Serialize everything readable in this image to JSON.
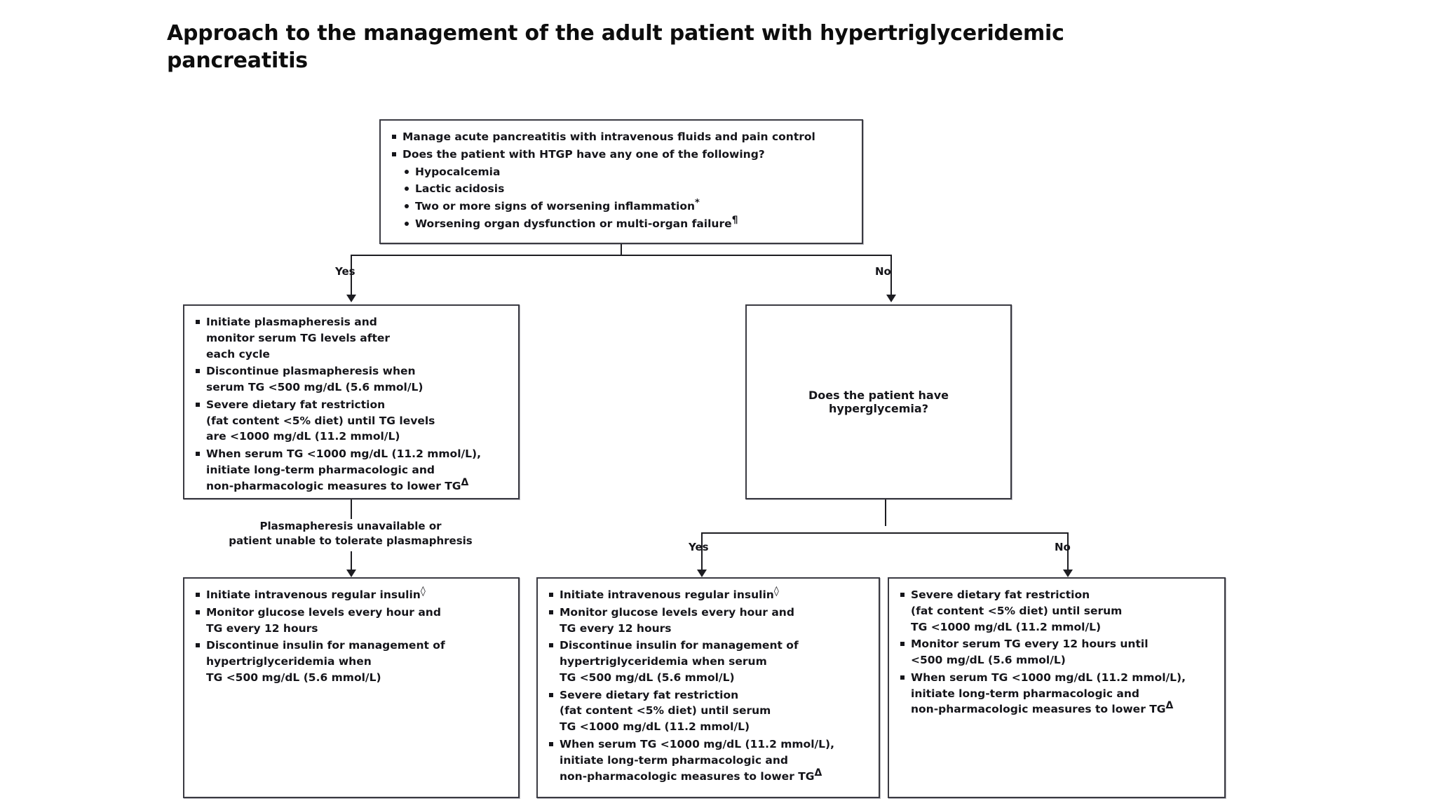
{
  "title": "Approach to the management of the adult patient with hypertriglyceridemic pancreatitis",
  "colors": {
    "background": "#ffffff",
    "box_border": "#3a3a42",
    "connector": "#1d1d22",
    "text": "#15151a"
  },
  "nodes": {
    "root": {
      "id": "initial-assessment",
      "bullets": [
        {
          "text": "Manage acute pancreatitis with intravenous fluids and pain control"
        },
        {
          "text": "Does the patient with HTGP have any one of the following?",
          "sub": [
            {
              "text": "Hypocalcemia",
              "footnote": ""
            },
            {
              "text": "Lactic acidosis",
              "footnote": ""
            },
            {
              "text": "Two or more signs of worsening inflammation",
              "footnote": "*"
            },
            {
              "text": "Worsening organ dysfunction or multi-organ failure",
              "footnote": "¶"
            }
          ]
        }
      ]
    },
    "plasmapheresis": {
      "id": "plasmapheresis-arm",
      "bullets": [
        {
          "lines": [
            "Initiate plasmapheresis and",
            "monitor serum TG levels after",
            "each cycle"
          ],
          "footnote": ""
        },
        {
          "lines": [
            "Discontinue plasmapheresis when",
            "serum TG <500 mg/dL (5.6 mmol/L)"
          ],
          "footnote": ""
        },
        {
          "lines": [
            "Severe dietary fat restriction",
            "(fat content <5% diet) until TG levels",
            "are <1000 mg/dL (11.2 mmol/L)"
          ],
          "footnote": ""
        },
        {
          "lines": [
            "When serum TG <1000 mg/dL (11.2 mmol/L),",
            "initiate long-term pharmacologic and",
            "non-pharmacologic measures to lower TG"
          ],
          "footnote": "Δ"
        }
      ]
    },
    "hyperglycemia_question": {
      "id": "hyperglycemia-decision",
      "text": "Does the patient have hyperglycemia?"
    },
    "insulin_left": {
      "id": "insulin-no-plasmapheresis",
      "bullets": [
        {
          "lines": [
            "Initiate intravenous regular insulin"
          ],
          "footnote": "◊"
        },
        {
          "lines": [
            "Monitor glucose levels every hour and",
            "TG every 12 hours"
          ],
          "footnote": ""
        },
        {
          "lines": [
            "Discontinue insulin for management of",
            "hypertriglyceridemia when",
            "TG <500 mg/dL (5.6 mmol/L)"
          ],
          "footnote": ""
        }
      ]
    },
    "insulin_middle": {
      "id": "insulin-hyperglycemia-yes",
      "bullets": [
        {
          "lines": [
            "Initiate intravenous regular insulin"
          ],
          "footnote": "◊"
        },
        {
          "lines": [
            "Monitor glucose levels every hour and",
            "TG every 12 hours"
          ],
          "footnote": ""
        },
        {
          "lines": [
            "Discontinue insulin for management of",
            "hypertriglyceridemia when serum",
            "TG <500 mg/dL (5.6 mmol/L)"
          ],
          "footnote": ""
        },
        {
          "lines": [
            "Severe dietary fat restriction",
            "(fat content <5% diet) until serum",
            "TG <1000 mg/dL (11.2 mmol/L)"
          ],
          "footnote": ""
        },
        {
          "lines": [
            "When serum TG <1000 mg/dL (11.2 mmol/L),",
            "initiate long-term pharmacologic and",
            "non-pharmacologic measures to lower TG"
          ],
          "footnote": "Δ"
        }
      ]
    },
    "diet_right": {
      "id": "diet-hyperglycemia-no",
      "bullets": [
        {
          "lines": [
            "Severe dietary fat restriction",
            "(fat content <5% diet) until serum",
            "TG <1000 mg/dL (11.2 mmol/L)"
          ],
          "footnote": ""
        },
        {
          "lines": [
            "Monitor serum TG every 12 hours until",
            "<500 mg/dL (5.6 mmol/L)"
          ],
          "footnote": ""
        },
        {
          "lines": [
            "When serum TG <1000 mg/dL (11.2 mmol/L),",
            "initiate long-term pharmacologic and",
            "non-pharmacologic measures to lower TG"
          ],
          "footnote": "Δ"
        }
      ]
    }
  },
  "edges": {
    "root_yes": "Yes",
    "root_no": "No",
    "plasmapheresis_fallback_line1": "Plasmapheresis unavailable or",
    "plasmapheresis_fallback_line2": "patient unable to tolerate plasmaphresis",
    "hyperglycemia_yes": "Yes",
    "hyperglycemia_no": "No"
  }
}
